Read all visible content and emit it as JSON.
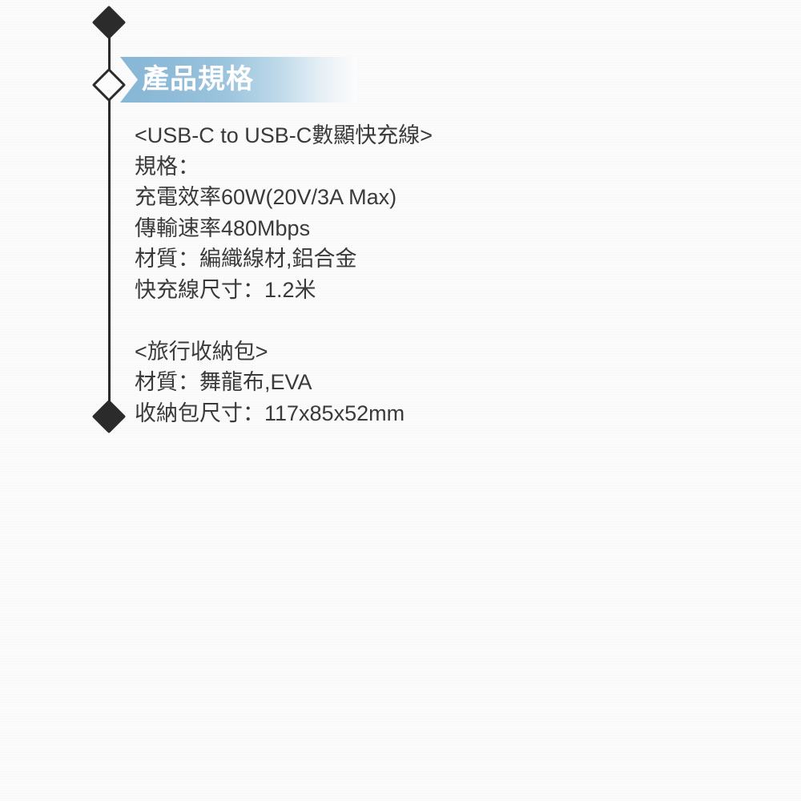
{
  "page": {
    "background_color": "#fcfcfc",
    "text_color": "#3a3a3a"
  },
  "ribbon": {
    "title": "產品規格",
    "accent_color": "#86b7d6",
    "title_color": "#ffffff"
  },
  "rail": {
    "color": "#2b2b2b",
    "markers": [
      "diamond-solid",
      "diamond-hollow",
      "diamond-solid"
    ]
  },
  "spec": {
    "sections": [
      {
        "heading": "<USB-C to USB-C數顯快充線>",
        "lines": [
          "規格：",
          "充電效率60W(20V/3A Max)",
          "傳輸速率480Mbps",
          "材質：編織線材,鋁合金",
          "快充線尺寸：1.2米"
        ]
      },
      {
        "heading": "<旅行收納包>",
        "lines": [
          "材質：舞龍布,EVA",
          "收納包尺寸：117x85x52mm"
        ]
      }
    ],
    "flat_lines": [
      "<USB-C to USB-C數顯快充線>",
      "規格：",
      "充電效率60W(20V/3A Max)",
      "傳輸速率480Mbps",
      "材質：編織線材,鋁合金",
      "快充線尺寸：1.2米",
      "",
      "<旅行收納包>",
      "材質：舞龍布,EVA",
      "收納包尺寸：117x85x52mm"
    ]
  }
}
